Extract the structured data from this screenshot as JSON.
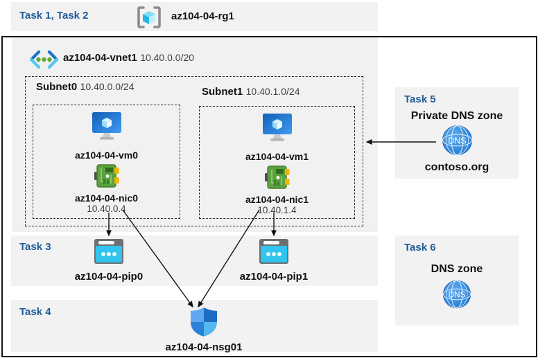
{
  "header": {
    "task_label": "Task 1, Task 2",
    "resource_group": "az104-04-rg1"
  },
  "vnet": {
    "name": "az104-04-vnet1",
    "cidr": "10.40.0.0/20"
  },
  "subnets": [
    {
      "name": "Subnet0",
      "cidr": "10.40.0.0/24",
      "vm": "az104-04-vm0",
      "nic": "az104-04-nic0",
      "ip": "10.40.0.4"
    },
    {
      "name": "Subnet1",
      "cidr": "10.40.1.0/24",
      "vm": "az104-04-vm1",
      "nic": "az104-04-nic1",
      "ip": "10.40.1.4"
    }
  ],
  "task3": {
    "label": "Task 3",
    "pip0": "az104-04-pip0",
    "pip1": "az104-04-pip1"
  },
  "task4": {
    "label": "Task 4",
    "nsg": "az104-04-nsg01"
  },
  "task5": {
    "label": "Task 5",
    "title": "Private DNS zone",
    "dns_icon_text": "DNS",
    "zone": "contoso.org"
  },
  "task6": {
    "label": "Task 6",
    "title": "DNS zone",
    "dns_icon_text": "DNS"
  },
  "colors": {
    "task_blue": "#1f5c99",
    "band_gray": "#f2f2f2",
    "vnet_gray": "#f1f1f1",
    "azure_blue": "#1b74cf",
    "nic_green": "#5ba23f",
    "pip_cyan": "#30c4ee"
  }
}
